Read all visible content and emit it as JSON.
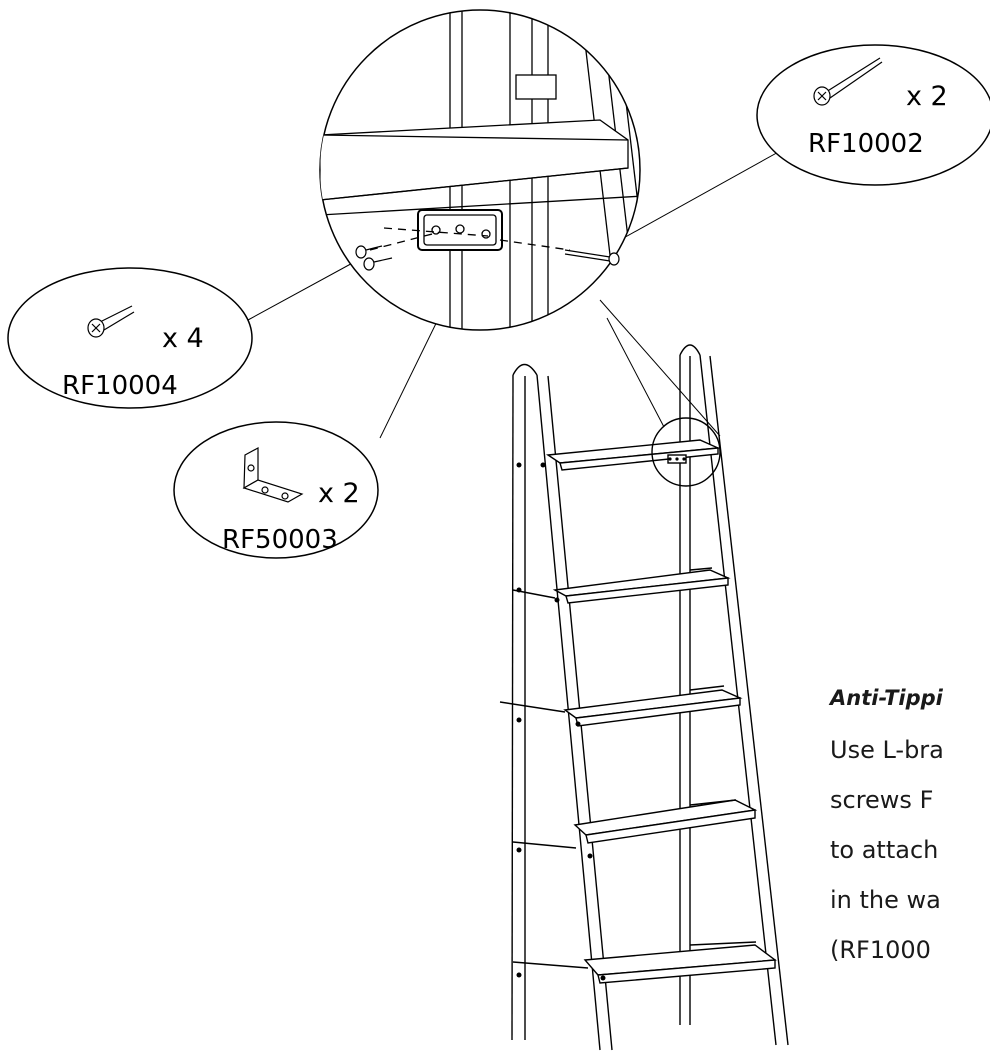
{
  "callouts": {
    "wall_screw": {
      "qty": "x 2",
      "code": "RF10002",
      "icon": "long-screw-icon"
    },
    "shelf_screw": {
      "qty": "x 4",
      "code": "RF10004",
      "icon": "short-screw-icon"
    },
    "bracket": {
      "qty": "x 2",
      "code": "RF50003",
      "icon": "l-bracket-icon"
    }
  },
  "note": {
    "title": "Anti-Tippi",
    "lines": [
      "Use L-bra",
      "screws F",
      "to attach",
      "in the wa",
      "(RF1000"
    ]
  },
  "colors": {
    "stroke": "#000000",
    "background": "#ffffff"
  }
}
